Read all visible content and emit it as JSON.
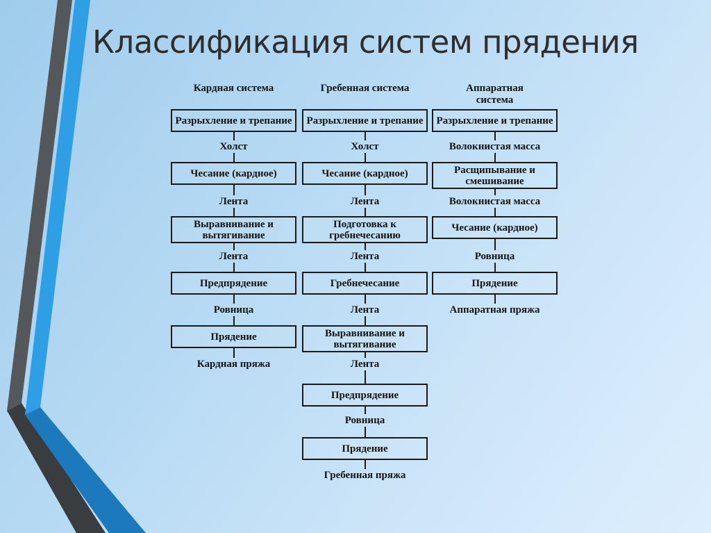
{
  "slide": {
    "title": "Классификация систем прядения"
  },
  "theme": {
    "ribbon_gray_upper": "#55585a",
    "ribbon_gray_lower": "#393d40",
    "ribbon_blue_upper": "#2f9fe5",
    "ribbon_blue_lower": "#1c7abc",
    "diagram_ink": "#1a1a1a",
    "title_color": "#2e2e2e"
  },
  "diagram": {
    "columns": [
      {
        "id": "carded-system",
        "header": "Кардная система",
        "sequence": [
          {
            "kind": "box",
            "text": "Разрыхление и трепание"
          },
          {
            "kind": "label",
            "text": "Холст"
          },
          {
            "kind": "box",
            "text": "Чесание (кардное)"
          },
          {
            "kind": "label",
            "text": "Лента"
          },
          {
            "kind": "box",
            "text": "Выравнивание и вытягивание"
          },
          {
            "kind": "label",
            "text": "Лента"
          },
          {
            "kind": "box",
            "text": "Предпрядение"
          },
          {
            "kind": "label",
            "text": "Ровница"
          },
          {
            "kind": "box",
            "text": "Прядение"
          },
          {
            "kind": "label",
            "text": "Кардная пряжа"
          }
        ]
      },
      {
        "id": "combed-system",
        "header": "Гребенная система",
        "sequence": [
          {
            "kind": "box",
            "text": "Разрыхление и трепание"
          },
          {
            "kind": "label",
            "text": "Холст"
          },
          {
            "kind": "box",
            "text": "Чесание (кардное)"
          },
          {
            "kind": "label",
            "text": "Лента"
          },
          {
            "kind": "box",
            "text": "Подготовка к гребнечесанию"
          },
          {
            "kind": "label",
            "text": "Лента"
          },
          {
            "kind": "box",
            "text": "Гребнечесание"
          },
          {
            "kind": "label",
            "text": "Лента"
          },
          {
            "kind": "box",
            "text": "Выравнивание и вытягивание"
          },
          {
            "kind": "label",
            "text": "Лента"
          },
          {
            "kind": "box",
            "text": "Предпрядение"
          },
          {
            "kind": "label",
            "text": "Ровница"
          },
          {
            "kind": "box",
            "text": "Прядение"
          },
          {
            "kind": "label",
            "text": "Гребенная пряжа"
          }
        ]
      },
      {
        "id": "apparatus-system",
        "header": "Аппаратная\nсистема",
        "sequence": [
          {
            "kind": "box",
            "text": "Разрыхление и трепание"
          },
          {
            "kind": "label",
            "text": "Волокнистая масса"
          },
          {
            "kind": "box",
            "text": "Расщипывание и смешивание"
          },
          {
            "kind": "label",
            "text": "Волокнистая масса"
          },
          {
            "kind": "box",
            "text": "Чесание (кардное)"
          },
          {
            "kind": "label",
            "text": "Ровница"
          },
          {
            "kind": "box",
            "text": "Прядение"
          },
          {
            "kind": "label",
            "text": "Аппаратная пряжа"
          }
        ]
      }
    ]
  }
}
